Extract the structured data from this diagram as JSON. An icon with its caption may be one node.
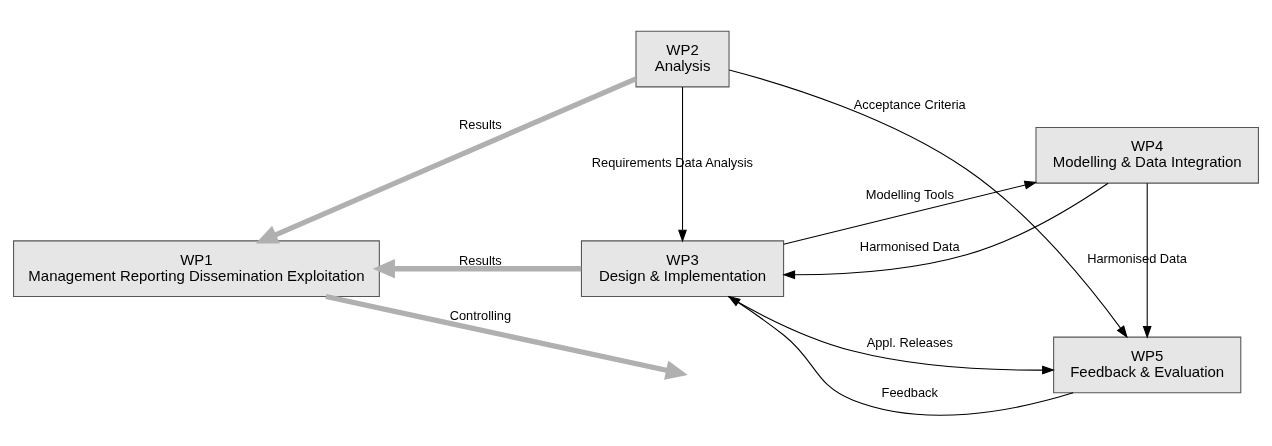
{
  "diagram": {
    "nodes": [
      {
        "text": [
          "WP1",
          "Management Reporting Dissemination Exploitation"
        ]
      },
      {
        "text": [
          "WP2",
          "Analysis"
        ]
      },
      {
        "text": [
          "WP5",
          "Feedback & Evaluation"
        ]
      },
      {
        "text": [
          "WP3",
          "Design & Implementation"
        ]
      },
      {
        "text": [
          "WP4",
          "Modelling & Data Integration"
        ]
      }
    ],
    "edges": [
      {
        "from": 1,
        "to": 0,
        "arrow": "to",
        "label": "Results",
        "style": "thick",
        "color": "#b0b0b0"
      },
      {
        "from": 0,
        "to": null,
        "arrow": "to",
        "label": "Controlling",
        "style": "thick",
        "color": "#b0b0b0"
      },
      {
        "from": 3,
        "to": 0,
        "arrow": "to",
        "label": "Results",
        "style": "thick",
        "color": "#b0b0b0"
      },
      {
        "from": 1,
        "to": 2,
        "arrow": "to",
        "label": "Acceptance Criteria"
      },
      {
        "from": 1,
        "to": 3,
        "arrow": "to",
        "label": "Requirements Data Analysis"
      },
      {
        "from": 3,
        "to": 2,
        "arrow": "to",
        "label": "Appl. Releases"
      },
      {
        "from": 2,
        "to": 3,
        "arrow": "to",
        "label": "Feedback"
      },
      {
        "from": 4,
        "to": 2,
        "arrow": "to",
        "label": "Harmonised Data"
      },
      {
        "from": 4,
        "to": 3,
        "arrow": "to",
        "label": "Harmonised Data"
      },
      {
        "from": 3,
        "to": 4,
        "arrow": "to",
        "label": "Modelling Tools"
      }
    ]
  }
}
